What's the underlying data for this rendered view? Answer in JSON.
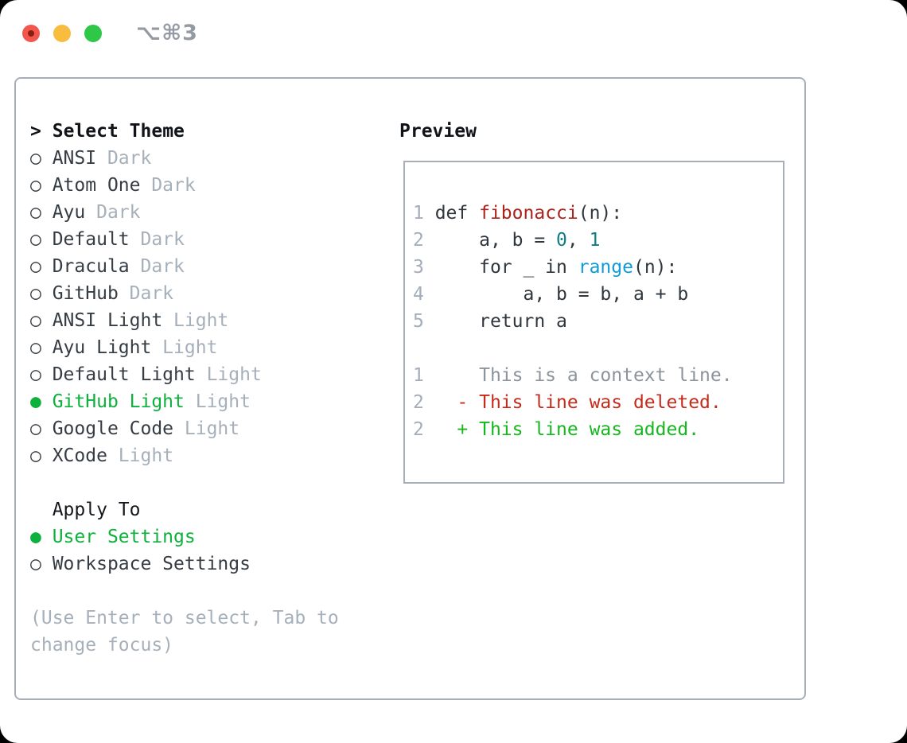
{
  "titlebar": {
    "shortcut": "⌥⌘3"
  },
  "markers": {
    "prompt": ">",
    "radio_empty": "○",
    "radio_filled": "●"
  },
  "theme_panel": {
    "title": "Select Theme",
    "items": [
      {
        "name": "ANSI",
        "variant": "Dark",
        "selected": false
      },
      {
        "name": "Atom One",
        "variant": "Dark",
        "selected": false
      },
      {
        "name": "Ayu",
        "variant": "Dark",
        "selected": false
      },
      {
        "name": "Default",
        "variant": "Dark",
        "selected": false
      },
      {
        "name": "Dracula",
        "variant": "Dark",
        "selected": false
      },
      {
        "name": "GitHub",
        "variant": "Dark",
        "selected": false
      },
      {
        "name": "ANSI Light",
        "variant": "Light",
        "selected": false
      },
      {
        "name": "Ayu Light",
        "variant": "Light",
        "selected": false
      },
      {
        "name": "Default Light",
        "variant": "Light",
        "selected": false
      },
      {
        "name": "GitHub Light",
        "variant": "Light",
        "selected": true
      },
      {
        "name": "Google Code",
        "variant": "Light",
        "selected": false
      },
      {
        "name": "XCode",
        "variant": "Light",
        "selected": false
      }
    ],
    "apply_to": {
      "title": "Apply To",
      "options": [
        {
          "label": "User Settings",
          "selected": true
        },
        {
          "label": "Workspace Settings",
          "selected": false
        }
      ]
    },
    "hint": "(Use Enter to select, Tab to change focus)"
  },
  "preview_panel": {
    "title": "Preview",
    "lines": [
      {
        "num": "1",
        "kind": "code",
        "tokens": [
          {
            "t": " def ",
            "c": "code"
          },
          {
            "t": "fibonacci",
            "c": "func"
          },
          {
            "t": "(n):",
            "c": "code"
          }
        ]
      },
      {
        "num": "2",
        "kind": "code",
        "tokens": [
          {
            "t": "     a, b = ",
            "c": "code"
          },
          {
            "t": "0",
            "c": "num"
          },
          {
            "t": ", ",
            "c": "code"
          },
          {
            "t": "1",
            "c": "num"
          }
        ]
      },
      {
        "num": "3",
        "kind": "code",
        "tokens": [
          {
            "t": "     for _ in ",
            "c": "code"
          },
          {
            "t": "range",
            "c": "builtin"
          },
          {
            "t": "(n):",
            "c": "code"
          }
        ]
      },
      {
        "num": "4",
        "kind": "code",
        "tokens": [
          {
            "t": "         a, b = b, a + b",
            "c": "code"
          }
        ]
      },
      {
        "num": "5",
        "kind": "code",
        "tokens": [
          {
            "t": "     return a",
            "c": "code"
          }
        ]
      },
      {
        "num": "",
        "kind": "blank",
        "tokens": []
      },
      {
        "num": "1",
        "kind": "diff-context",
        "tokens": [
          {
            "t": "     This is a context line.",
            "c": "ctx"
          }
        ]
      },
      {
        "num": "2",
        "kind": "diff-deleted",
        "tokens": [
          {
            "t": "   - This line was deleted.",
            "c": "del"
          }
        ]
      },
      {
        "num": "2",
        "kind": "diff-added",
        "tokens": [
          {
            "t": "   + This line was added.",
            "c": "add"
          }
        ]
      }
    ]
  },
  "colors": {
    "selection_green": "#0db13c",
    "added_green": "#16b71e",
    "deleted_red": "#c52a1b",
    "function_red": "#ab231b",
    "number_teal": "#117e87",
    "builtin_blue": "#109bd8",
    "muted_gray": "#a6b0ba",
    "code_dark": "#2f363d",
    "border_gray": "#a7aeb8",
    "traffic_red": "#f2564d",
    "traffic_yellow": "#f8bd3f",
    "traffic_green": "#2ec748"
  }
}
